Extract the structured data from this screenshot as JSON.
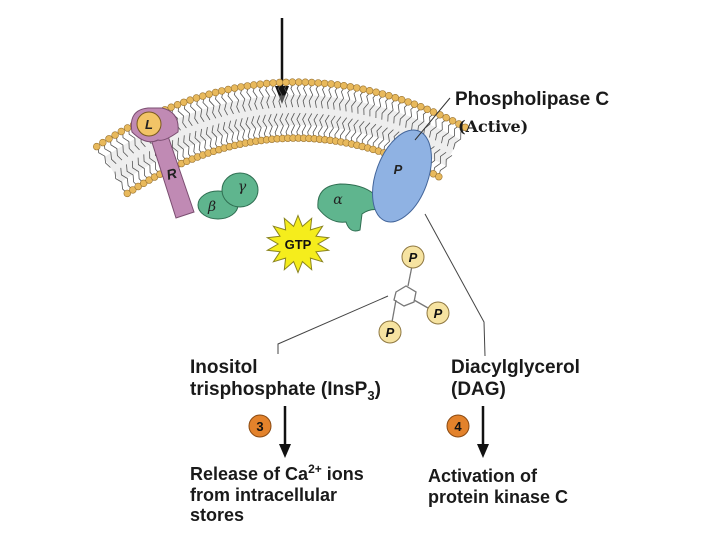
{
  "labels": {
    "phospholipase_c": "Phospholipase C",
    "active": "(Active)",
    "ligand": "L",
    "receptor": "R",
    "gamma": "γ",
    "beta": "β",
    "alpha": "α",
    "plc_letter": "P",
    "gtp": "GTP",
    "phosphate": "P",
    "inositol_line1": "Inositol",
    "inositol_line2": "trisphosphate (InsP",
    "inositol_sub": "3",
    "inositol_close": ")",
    "dag_line1": "Diacylglycerol",
    "dag_line2": "(DAG)",
    "step3": "3",
    "step4": "4",
    "release_line1": "Release of Ca",
    "release_sup": "2+",
    "release_ions": " ions",
    "release_line2": "from intracellular",
    "release_line3": "stores",
    "activation_line1": "Activation of",
    "activation_line2": "protein kinase C"
  },
  "colors": {
    "receptor": "#c08ab4",
    "ligand": "#f2c467",
    "g_protein": "#5fb58e",
    "plc": "#8fb2e3",
    "gtp": "#f5ed1c",
    "phosphate": "#f6e3a1",
    "step_badge": "#e3822b",
    "lipid_head": "#e8b95c"
  }
}
